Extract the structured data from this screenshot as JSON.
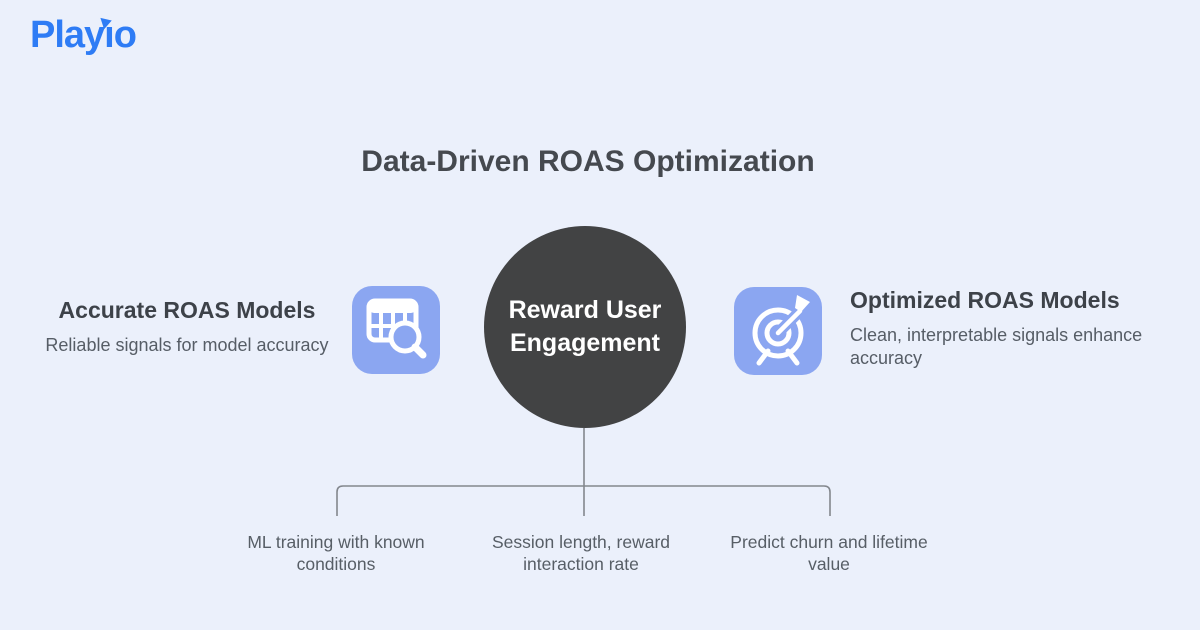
{
  "brand": {
    "name": "Playio",
    "logo_prefix": "Play",
    "logo_i_char": "ı",
    "logo_suffix": "o"
  },
  "title": "Data-Driven ROAS Optimization",
  "center_node": {
    "line1": "Reward User",
    "line2": "Engagement"
  },
  "nodes": {
    "left": {
      "heading": "Accurate ROAS Models",
      "subtitle": "Reliable signals for model accuracy",
      "icon": "table-search-icon"
    },
    "right": {
      "heading": "Optimized ROAS Models",
      "subtitle": "Clean, interpretable signals enhance accuracy",
      "icon": "target-arrow-icon"
    }
  },
  "bottom_labels": [
    "ML training with known conditions",
    "Session length, reward interaction rate",
    "Predict churn and lifetime value"
  ],
  "colors": {
    "background": "#ebf0fb",
    "brand_blue": "#2e7cf5",
    "icon_tile": "#8ba6f1",
    "icon_glyph": "#ffffff",
    "center_circle_fill": "#424344",
    "center_circle_text": "#ffffff",
    "title_text": "#45494f",
    "heading_text": "#3d4249",
    "body_text": "#565d66",
    "connector_line": "#83878d"
  }
}
